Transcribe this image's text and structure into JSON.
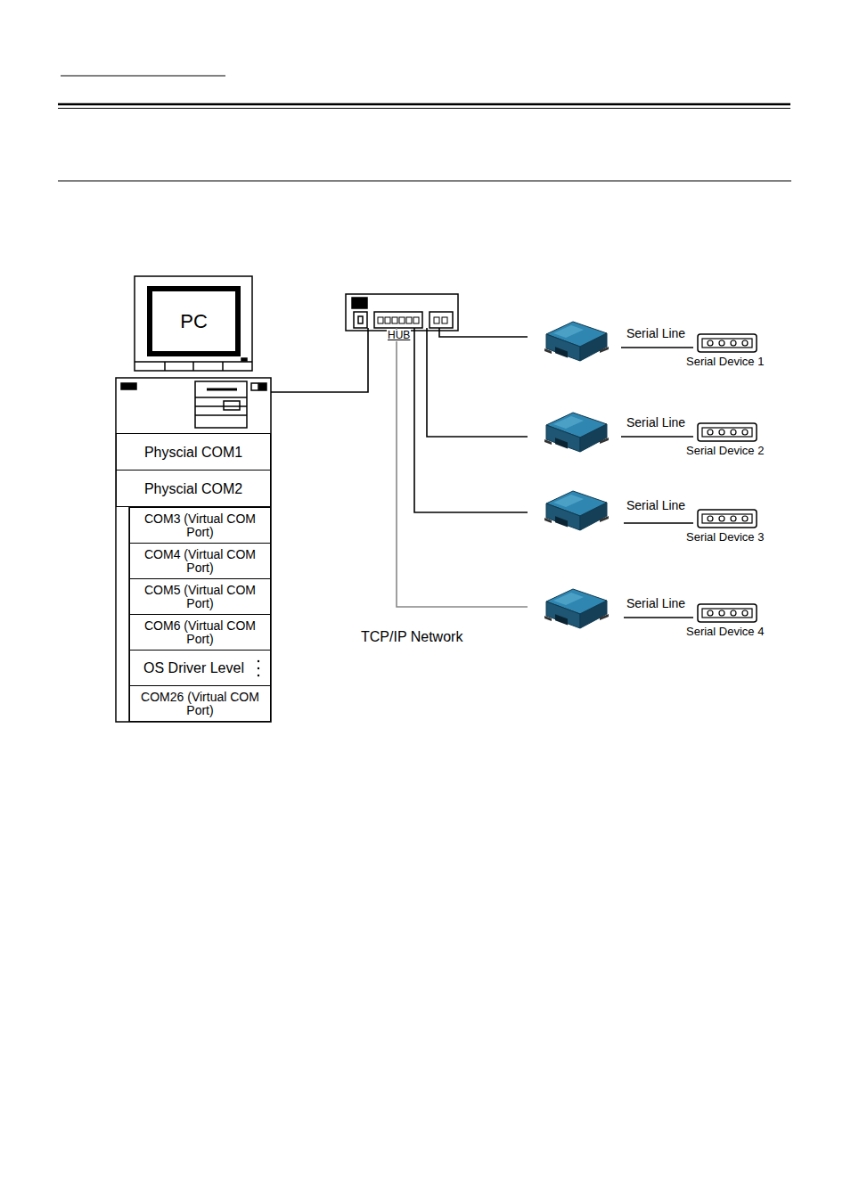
{
  "diagram": {
    "nodes": [
      {
        "text": [
          "PC"
        ]
      },
      {
        "text": [
          "Physcial COM1"
        ]
      },
      {
        "text": [
          "Physcial COM2"
        ]
      },
      {
        "text": [
          "COM3 (Virtual COM Port)"
        ]
      },
      {
        "text": [
          "COM4 (Virtual COM Port)"
        ]
      },
      {
        "text": [
          "COM5 (Virtual COM Port)"
        ]
      },
      {
        "text": [
          "COM6 (Virtual COM Port)"
        ]
      },
      {
        "text": [
          "OS Driver Level"
        ]
      },
      {
        "text": [
          "COM26 (Virtual COM Port)"
        ]
      },
      {
        "text": [
          "HUB"
        ]
      },
      {
        "text": [
          "Serial Device 1"
        ]
      },
      {
        "text": [
          "Serial Device 2"
        ]
      },
      {
        "text": [
          "Serial Device 3"
        ]
      },
      {
        "text": [
          "Serial Device 4"
        ]
      }
    ],
    "labels": [
      "Serial Line",
      "Serial Line",
      "Serial Line",
      "Serial Line",
      "TCP/IP Network"
    ]
  }
}
